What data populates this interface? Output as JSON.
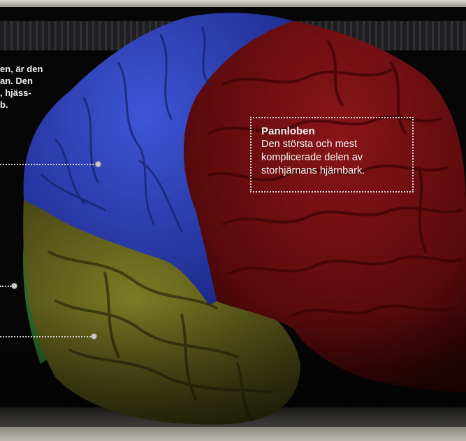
{
  "left_text": "en, är den\nan. Den\n, hjäss-\nb.",
  "pannloben": {
    "title": "Pannloben",
    "body": "Den största och mest komplicerade delen av storhjärnans hjärnbark."
  },
  "colors": {
    "background": "#060607",
    "parietal_lobe": "#2e40b8",
    "frontal_lobe": "#6e0e10",
    "temporal_lobe": "#6b6a1e",
    "occipital_edge": "#2d6a2a",
    "label_border": "#d8d8d8",
    "leader_dot": "#c9c9c9"
  }
}
